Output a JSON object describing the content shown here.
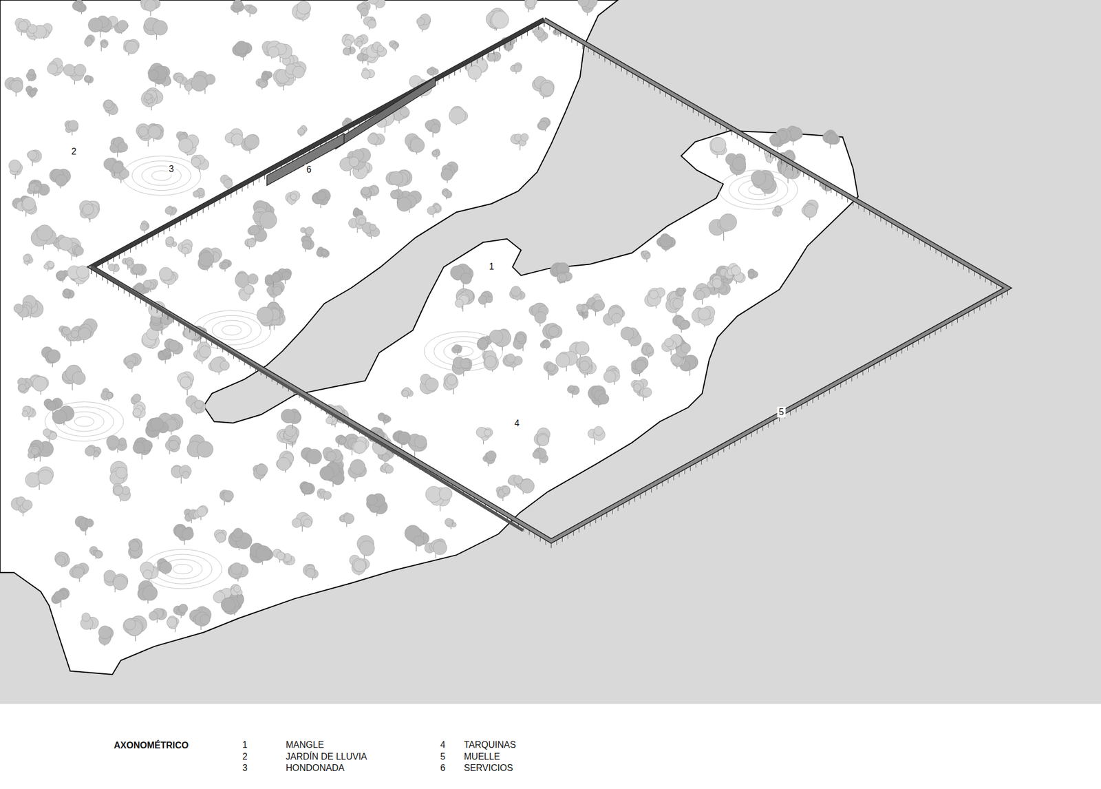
{
  "diagram": {
    "title": "AXONOMÉTRICO",
    "labels": [
      "1",
      "2",
      "3",
      "4",
      "5",
      "6",
      "1",
      "MANGLE",
      "2",
      "JARDÍN DE LLUVIA",
      "3",
      "HONDONADA",
      "4",
      "TARQUINAS",
      "5",
      "MUELLE",
      "6",
      "SERVICIOS"
    ]
  }
}
